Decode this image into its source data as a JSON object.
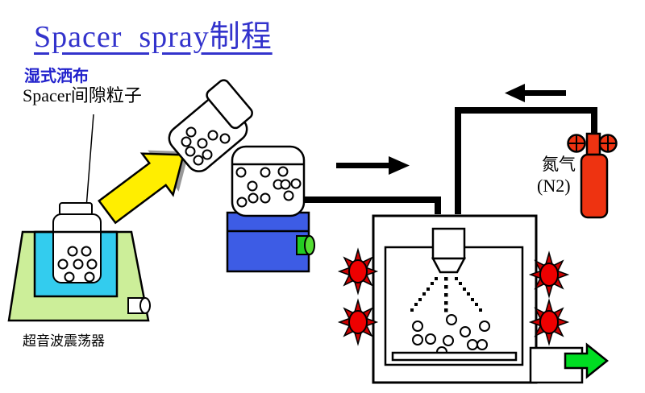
{
  "slide": {
    "title": "Spacer  spray制程",
    "subtitle": "湿式洒布",
    "particle_label": "Spacer间隙粒子",
    "vibrator_label": "超音波震荡器",
    "gas_label_line1": "氮气",
    "gas_label_line2": "(N2)",
    "colors": {
      "title_blue": "#3333CC",
      "subtitle_blue": "#2222CC",
      "text_black": "#000000",
      "background": "#FFFFFF",
      "box_blue": "#3D5CE5",
      "vibrator_green": "#CCEE99",
      "bath_cyan": "#33CCEE",
      "arrow_yellow": "#FFEE00",
      "arrow_shadow_gray": "#999999",
      "tank_red": "#EE3311",
      "heater_red": "#EE0000",
      "heater_spike_red": "#CC0000",
      "knob_green": "#22CC22",
      "knob_green_light": "#55DD33",
      "exhaust_green": "#00DD22"
    }
  }
}
